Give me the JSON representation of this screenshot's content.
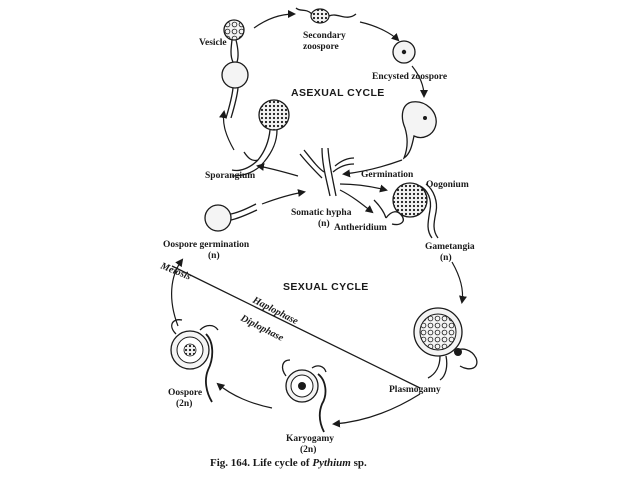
{
  "labels": {
    "vesicle": "Vesicle",
    "secondary_zoospore_1": "Secondary",
    "secondary_zoospore_2": "zoospore",
    "encysted_zoospore": "Encysted zoospore",
    "asexual_cycle": "ASEXUAL CYCLE",
    "germination": "Germination",
    "oogonium": "Oogonium",
    "sporangium": "Sporangium",
    "somatic_hypha_1": "Somatic hypha",
    "somatic_hypha_2": "(n)",
    "antheridium": "Antheridium",
    "oospore_germination_1": "Oospore germination",
    "oospore_germination_2": "(n)",
    "gametangia_1": "Gametangia",
    "gametangia_2": "(n)",
    "meiosis": "Meiosis",
    "sexual_cycle": "SEXUAL CYCLE",
    "haplophase": "Haplophase",
    "diplophase": "Diplophase",
    "plasmogamy": "Plasmogamy",
    "oospore_1": "Oospore",
    "oospore_2": "(2n)",
    "karyogamy_1": "Karyogamy",
    "karyogamy_2": "(2n)"
  },
  "caption": {
    "prefix": "Fig. 164.  Life cycle of ",
    "genus": "Pythium",
    "suffix": " sp."
  }
}
